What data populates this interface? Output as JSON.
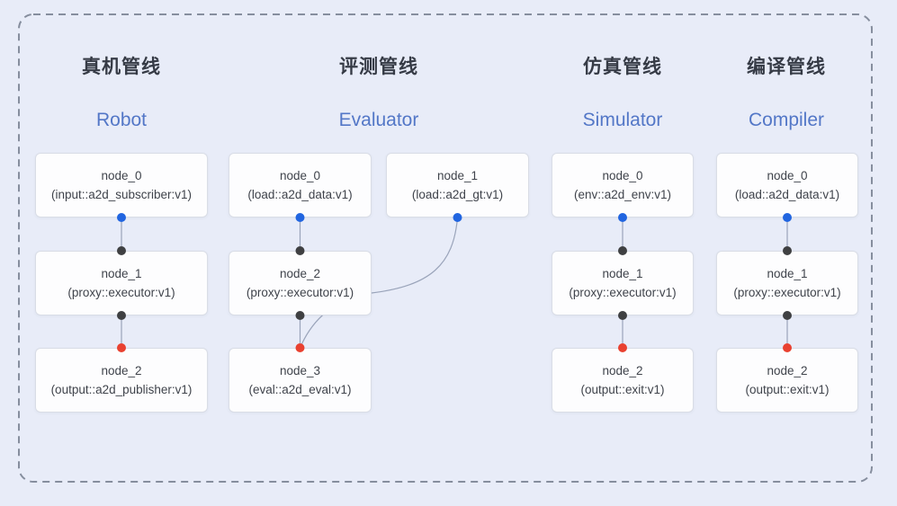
{
  "colors": {
    "background": "#e8ecf8",
    "frame_dash": "#868e9e",
    "node_fill": "#fdfdfe",
    "node_border": "#d9dde6",
    "node_text": "#3f434b",
    "title_zh": "#363b46",
    "title_en": "#5377c7",
    "edge_line": "#9aa4ba",
    "port_output_blue": "#2165e0",
    "port_proxy_black": "#3f4042",
    "port_input_red": "#e94130"
  },
  "pipelines": [
    {
      "id": "robot",
      "title_zh": "真机管线",
      "title_en": "Robot",
      "nodes": [
        {
          "name": "node_0",
          "type": "(input::a2d_subscriber:v1)"
        },
        {
          "name": "node_1",
          "type": "(proxy::executor:v1)"
        },
        {
          "name": "node_2",
          "type": "(output::a2d_publisher:v1)"
        }
      ]
    },
    {
      "id": "evaluator",
      "title_zh": "评测管线",
      "title_en": "Evaluator",
      "nodes": [
        {
          "name": "node_0",
          "type": "(load::a2d_data:v1)"
        },
        {
          "name": "node_1",
          "type": "(load::a2d_gt:v1)"
        },
        {
          "name": "node_2",
          "type": "(proxy::executor:v1)"
        },
        {
          "name": "node_3",
          "type": "(eval::a2d_eval:v1)"
        }
      ]
    },
    {
      "id": "simulator",
      "title_zh": "仿真管线",
      "title_en": "Simulator",
      "nodes": [
        {
          "name": "node_0",
          "type": "(env::a2d_env:v1)"
        },
        {
          "name": "node_1",
          "type": "(proxy::executor:v1)"
        },
        {
          "name": "node_2",
          "type": "(output::exit:v1)"
        }
      ]
    },
    {
      "id": "compiler",
      "title_zh": "编译管线",
      "title_en": "Compiler",
      "nodes": [
        {
          "name": "node_0",
          "type": "(load::a2d_data:v1)"
        },
        {
          "name": "node_1",
          "type": "(proxy::executor:v1)"
        },
        {
          "name": "node_2",
          "type": "(output::exit:v1)"
        }
      ]
    }
  ]
}
